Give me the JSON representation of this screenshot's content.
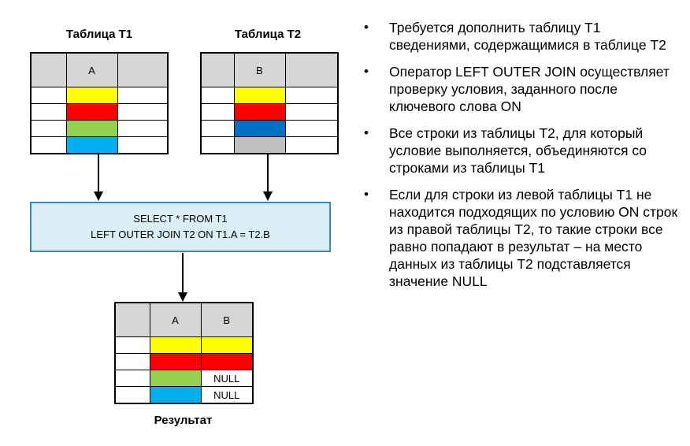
{
  "t1": {
    "title": "Таблица Т1",
    "column": "A",
    "rows": [
      "#ffff00",
      "#ff0000",
      "#92d050",
      "#00b0f0"
    ]
  },
  "t2": {
    "title": "Таблица Т2",
    "column": "B",
    "rows": [
      "#ffff00",
      "#ff0000",
      "#0070c0",
      "#bfbfbf"
    ]
  },
  "sql": {
    "line1": "SELECT * FROM T1",
    "line2": "LEFT OUTER JOIN T2 ON T1.A = T2.B"
  },
  "result": {
    "title": "Результат",
    "col_a": "A",
    "col_b": "B",
    "rows": [
      {
        "a": "#ffff00",
        "b": "#ffff00",
        "b_text": ""
      },
      {
        "a": "#ff0000",
        "b": "#ff0000",
        "b_text": ""
      },
      {
        "a": "#92d050",
        "b": "#ffffff",
        "b_text": "NULL"
      },
      {
        "a": "#00b0f0",
        "b": "#ffffff",
        "b_text": "NULL"
      }
    ]
  },
  "bullets": [
    "Требуется дополнить таблицу Т1 сведениями, содержащимися в таблице Т2",
    "Оператор LEFT OUTER JOIN осуществляет проверку условия, заданного после ключевого слова ON",
    "Все строки из таблицы Т2, для который условие выполняется, объединяются со строками из таблицы Т1",
    "Если для строки из левой таблицы Т1 не находится подходящих по условию ON строк из правой таблицы Т2, то такие строки все равно попадают в результат – на место данных из таблицы Т2 подставляется значение NULL"
  ],
  "bullet_symbol": "•"
}
